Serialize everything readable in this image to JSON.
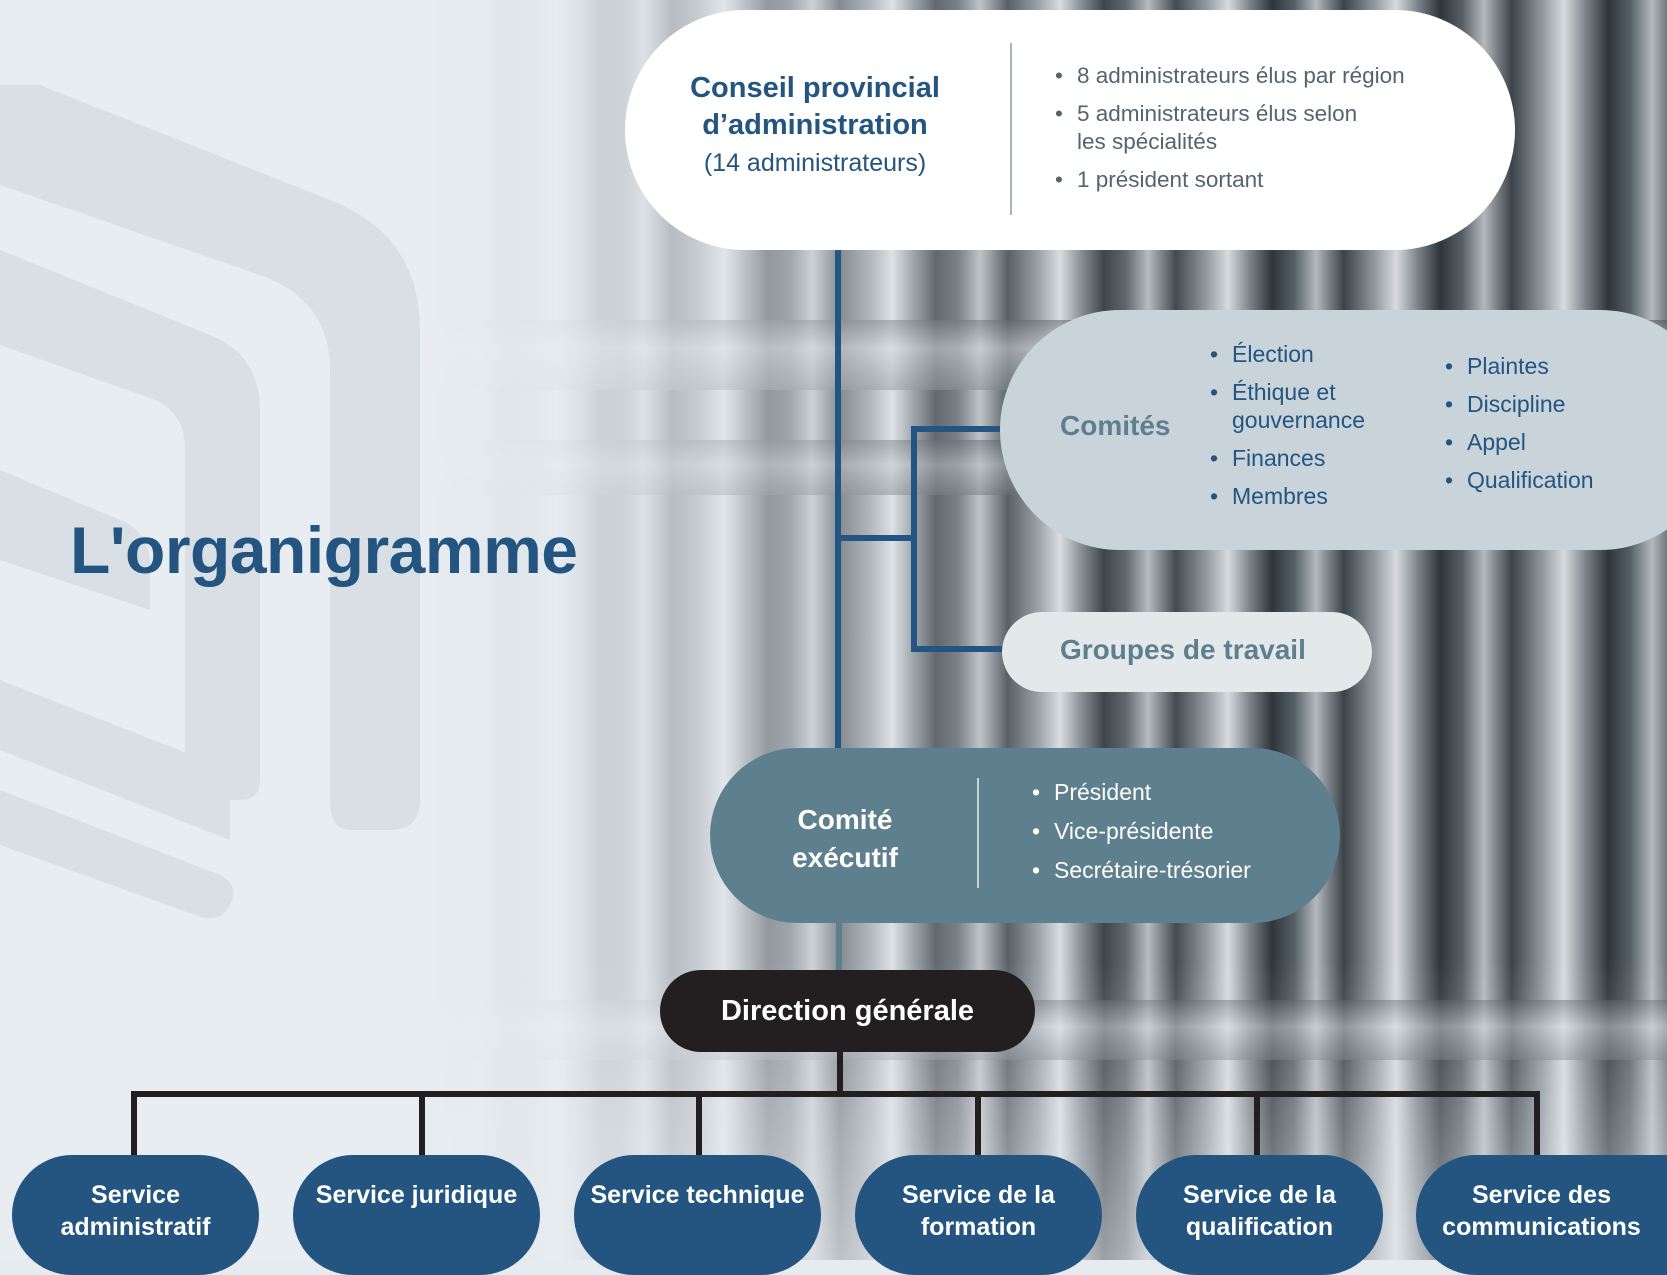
{
  "title": "L'organigramme",
  "colors": {
    "navy": "#245580",
    "slate": "#5e7f8d",
    "light_blue_grey": "#c8d3da",
    "near_white": "#e3e8eb",
    "black": "#231f20",
    "white": "#ffffff"
  },
  "conseil": {
    "title": "Conseil provincial d’administration",
    "subtitle": "(14 administrateurs)",
    "items": [
      "8 administrateurs élus par région",
      "5 administrateurs élus selon les spécialités",
      "1 président sortant"
    ]
  },
  "comites": {
    "label": "Comités",
    "col1": [
      "Élection",
      "Éthique et gouvernance",
      "Finances",
      "Membres"
    ],
    "col2": [
      "Plaintes",
      "Discipline",
      "Appel",
      "Qualification"
    ]
  },
  "groupes": {
    "label": "Groupes de travail"
  },
  "executif": {
    "label": "Comité exécutif",
    "items": [
      "Président",
      "Vice-présidente",
      "Secrétaire-trésorier"
    ]
  },
  "direction": {
    "label": "Direction générale"
  },
  "services": [
    "Service administratif",
    "Service juridique",
    "Service technique",
    "Service de la formation",
    "Service de la qualification",
    "Service des communications"
  ]
}
